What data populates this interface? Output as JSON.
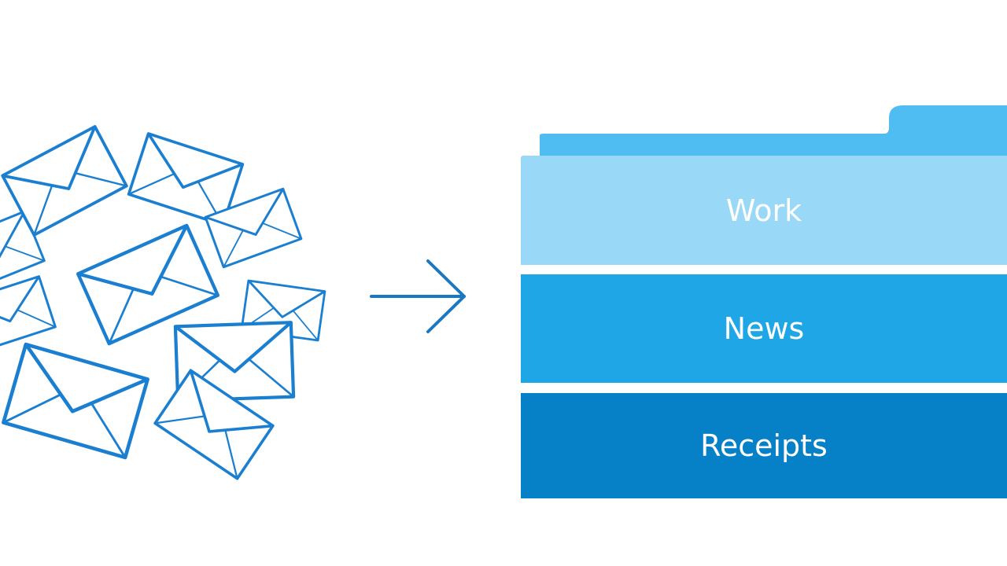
{
  "illustration": {
    "envelope_group_icon": "envelope-icon",
    "arrow_icon": "arrow-right-icon",
    "folder_icon": "folder-icon",
    "colors": {
      "envelope_stroke": "#1a7fd1",
      "arrow": "#1a78c2",
      "folder_tab": "#4fbdf2",
      "work": "#9ad8f7",
      "news": "#1ea6e6",
      "receipts": "#0680c7",
      "label": "#ffffff"
    }
  },
  "folder": {
    "sections": [
      {
        "label": "Work"
      },
      {
        "label": "News"
      },
      {
        "label": "Receipts"
      }
    ]
  }
}
